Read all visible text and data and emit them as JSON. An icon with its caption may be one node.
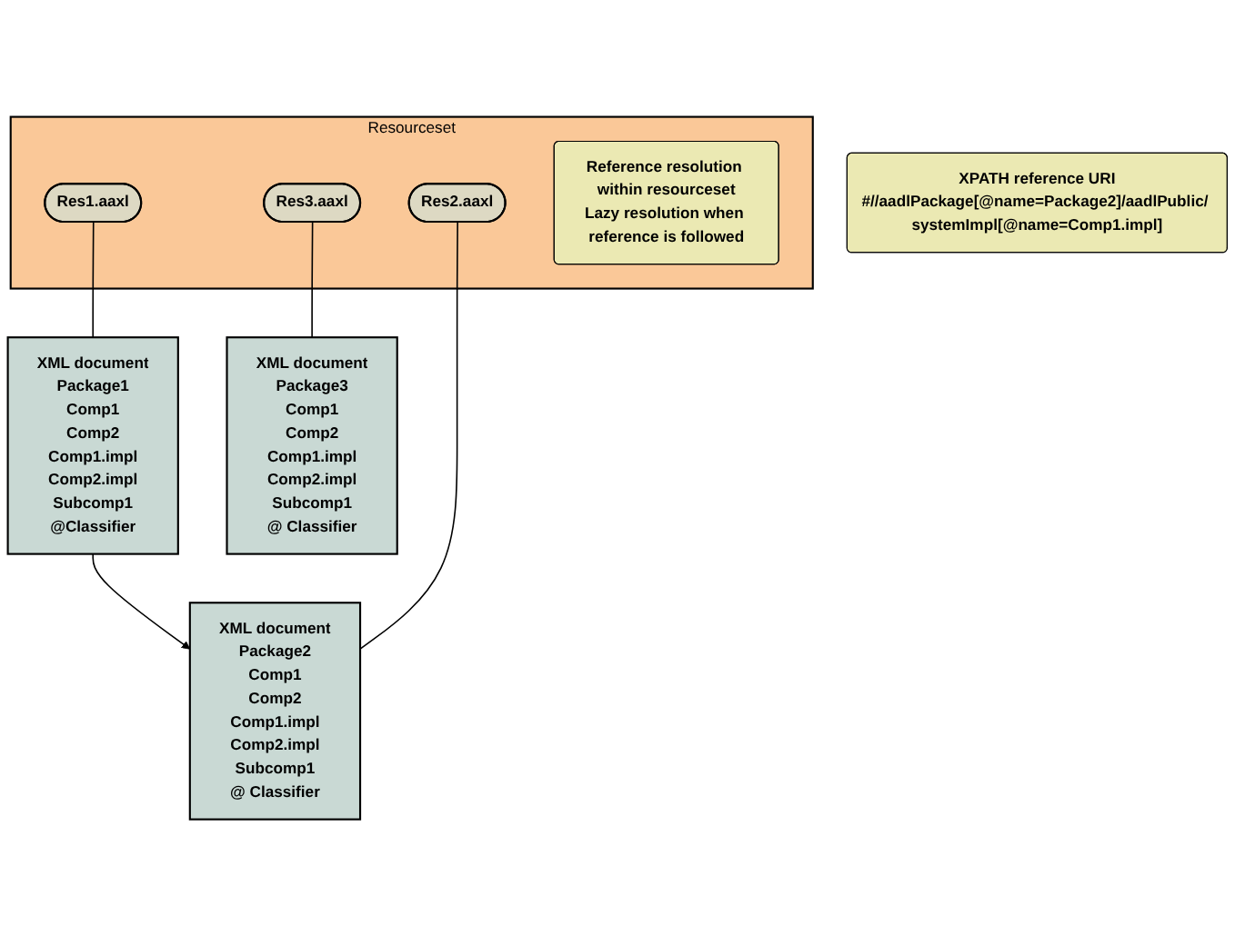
{
  "diagram": {
    "nodes": [
      {
        "text": [
          "XML document",
          "Package1",
          "Comp1",
          "Comp2",
          "Comp1.impl",
          "Comp2.impl",
          "Subcomp1",
          "@Classifier"
        ]
      },
      {
        "text": [
          "XML document",
          "Package2",
          "Comp1",
          "Comp2",
          "Comp1.impl",
          "Comp2.impl",
          "Subcomp1",
          "@ Classifier"
        ]
      },
      {
        "text": [
          "XML document",
          "Package3",
          "Comp1",
          "Comp2",
          "Comp1.impl",
          "Comp2.impl",
          "Subcomp1",
          "@ Classifier"
        ]
      },
      {
        "text": [
          "XPATH reference URI",
          "#//aadlPackage[@name=Package2]/aadlPublic/ systemImpl[@name=Comp1.impl]"
        ]
      },
      {
        "text": [
          "Resourceset"
        ]
      },
      {
        "text": [
          "Res1.aaxl"
        ],
        "in": 4
      },
      {
        "text": [
          "Res2.aaxl"
        ],
        "in": 4
      },
      {
        "text": [
          "Res3.aaxl"
        ],
        "in": 4
      },
      {
        "text": [
          "Reference resolution within resourceset",
          "Lazy resolution when reference is followed"
        ],
        "in": 4
      }
    ],
    "edges": [
      {
        "from": 0,
        "to": 1,
        "arrow": "to"
      },
      {
        "from": 5,
        "to": 0,
        "arrow": "none"
      },
      {
        "from": 6,
        "to": 1,
        "arrow": "none"
      },
      {
        "from": 7,
        "to": 2,
        "arrow": "none"
      }
    ]
  }
}
